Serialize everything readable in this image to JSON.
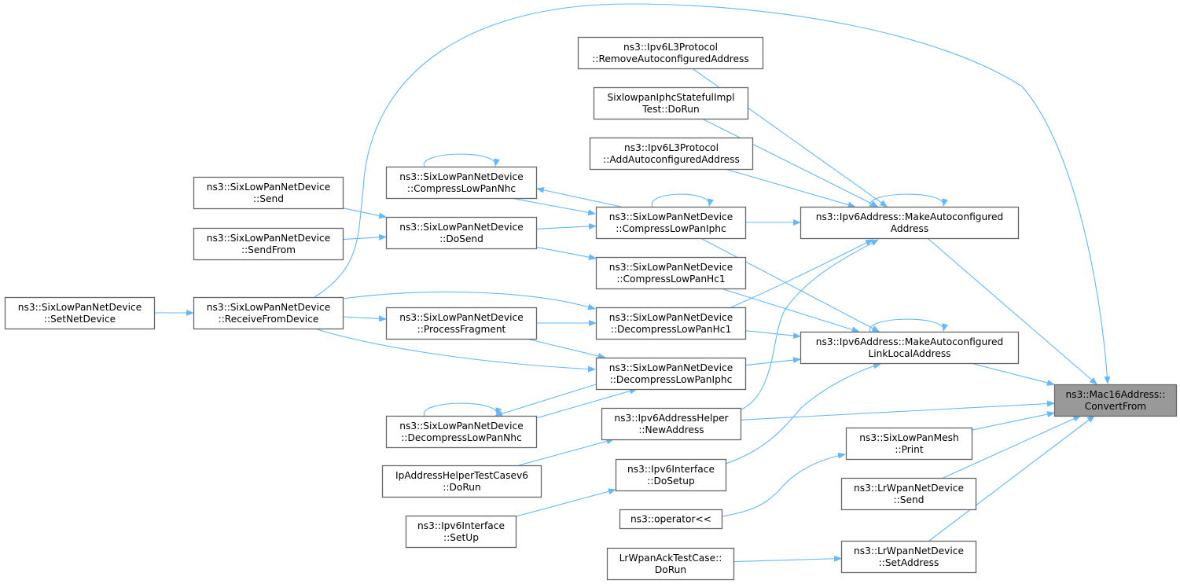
{
  "graph": {
    "type": "caller-graph",
    "colors": {
      "edge": "#63b8ff",
      "node_border": "#666666",
      "focus_fill": "#999999",
      "node_fill": "#ffffff"
    },
    "focus_node": "convertfrom",
    "nodes": [
      {
        "id": "convertfrom",
        "lines": [
          "ns3::Mac16Address::",
          "ConvertFrom"
        ]
      },
      {
        "id": "removeauto",
        "lines": [
          "ns3::Ipv6L3Protocol",
          "::RemoveAutoconfiguredAddress"
        ]
      },
      {
        "id": "iphcstateful",
        "lines": [
          "SixlowpanIphcStatefulImpl",
          "Test::DoRun"
        ]
      },
      {
        "id": "addauto",
        "lines": [
          "ns3::Ipv6L3Protocol",
          "::AddAutoconfiguredAddress"
        ]
      },
      {
        "id": "compnhc",
        "lines": [
          "ns3::SixLowPanNetDevice",
          "::CompressLowPanNhc"
        ]
      },
      {
        "id": "send",
        "lines": [
          "ns3::SixLowPanNetDevice",
          "::Send"
        ]
      },
      {
        "id": "compiphc",
        "lines": [
          "ns3::SixLowPanNetDevice",
          "::CompressLowPanIphc"
        ]
      },
      {
        "id": "makeauto",
        "lines": [
          "ns3::Ipv6Address::MakeAutoconfigured",
          "Address"
        ]
      },
      {
        "id": "dosend",
        "lines": [
          "ns3::SixLowPanNetDevice",
          "::DoSend"
        ]
      },
      {
        "id": "sendfrom",
        "lines": [
          "ns3::SixLowPanNetDevice",
          "::SendFrom"
        ]
      },
      {
        "id": "comphc1",
        "lines": [
          "ns3::SixLowPanNetDevice",
          "::CompressLowPanHc1"
        ]
      },
      {
        "id": "setnetdevice",
        "lines": [
          "ns3::SixLowPanNetDevice",
          "::SetNetDevice"
        ]
      },
      {
        "id": "receive",
        "lines": [
          "ns3::SixLowPanNetDevice",
          "::ReceiveFromDevice"
        ]
      },
      {
        "id": "procfrag",
        "lines": [
          "ns3::SixLowPanNetDevice",
          "::ProcessFragment"
        ]
      },
      {
        "id": "decomphc1",
        "lines": [
          "ns3::SixLowPanNetDevice",
          "::DecompressLowPanHc1"
        ]
      },
      {
        "id": "makelinklocal",
        "lines": [
          "ns3::Ipv6Address::MakeAutoconfigured",
          "LinkLocalAddress"
        ]
      },
      {
        "id": "decompiphc",
        "lines": [
          "ns3::SixLowPanNetDevice",
          "::DecompressLowPanIphc"
        ]
      },
      {
        "id": "decompnhc",
        "lines": [
          "ns3::SixLowPanNetDevice",
          "::DecompressLowPanNhc"
        ]
      },
      {
        "id": "newaddress",
        "lines": [
          "ns3::Ipv6AddressHelper",
          "::NewAddress"
        ]
      },
      {
        "id": "meshprint",
        "lines": [
          "ns3::SixLowPanMesh",
          "::Print"
        ]
      },
      {
        "id": "iphelpertest",
        "lines": [
          "IpAddressHelperTestCasev6",
          "::DoRun"
        ]
      },
      {
        "id": "dosetup",
        "lines": [
          "ns3::Ipv6Interface",
          "::DoSetup"
        ]
      },
      {
        "id": "lrsend",
        "lines": [
          "ns3::LrWpanNetDevice",
          "::Send"
        ]
      },
      {
        "id": "operator",
        "lines": [
          "ns3::operator<<"
        ]
      },
      {
        "id": "setup",
        "lines": [
          "ns3::Ipv6Interface",
          "::SetUp"
        ]
      },
      {
        "id": "acktest",
        "lines": [
          "LrWpanAckTestCase::",
          "DoRun"
        ]
      },
      {
        "id": "setaddress",
        "lines": [
          "ns3::LrWpanNetDevice",
          "::SetAddress"
        ]
      }
    ],
    "edges": [
      [
        "setnetdevice",
        "receive"
      ],
      [
        "receive",
        "convertfrom"
      ],
      [
        "receive",
        "procfrag"
      ],
      [
        "receive",
        "decomphc1"
      ],
      [
        "receive",
        "decompiphc"
      ],
      [
        "send",
        "dosend"
      ],
      [
        "sendfrom",
        "dosend"
      ],
      [
        "dosend",
        "compiphc"
      ],
      [
        "dosend",
        "comphc1"
      ],
      [
        "compnhc",
        "compiphc"
      ],
      [
        "compiphc",
        "compnhc"
      ],
      [
        "compnhc",
        "compnhc"
      ],
      [
        "compiphc",
        "compiphc"
      ],
      [
        "compiphc",
        "makeauto"
      ],
      [
        "compiphc",
        "makelinklocal"
      ],
      [
        "comphc1",
        "makelinklocal"
      ],
      [
        "decomphc1",
        "makeauto"
      ],
      [
        "decomphc1",
        "makelinklocal"
      ],
      [
        "procfrag",
        "decomphc1"
      ],
      [
        "procfrag",
        "decompiphc"
      ],
      [
        "decompiphc",
        "makelinklocal"
      ],
      [
        "decompiphc",
        "decompnhc"
      ],
      [
        "decompnhc",
        "decompiphc"
      ],
      [
        "decompnhc",
        "decompnhc"
      ],
      [
        "newaddress",
        "makeauto"
      ],
      [
        "newaddress",
        "convertfrom"
      ],
      [
        "iphelpertest",
        "newaddress"
      ],
      [
        "dosetup",
        "makelinklocal"
      ],
      [
        "setup",
        "dosetup"
      ],
      [
        "operator",
        "meshprint"
      ],
      [
        "meshprint",
        "convertfrom"
      ],
      [
        "lrsend",
        "convertfrom"
      ],
      [
        "setaddress",
        "convertfrom"
      ],
      [
        "acktest",
        "setaddress"
      ],
      [
        "removeauto",
        "makeauto"
      ],
      [
        "iphcstateful",
        "makeauto"
      ],
      [
        "addauto",
        "makeauto"
      ],
      [
        "makeauto",
        "makeauto"
      ],
      [
        "makeauto",
        "convertfrom"
      ],
      [
        "makelinklocal",
        "makelinklocal"
      ],
      [
        "makelinklocal",
        "convertfrom"
      ]
    ]
  }
}
